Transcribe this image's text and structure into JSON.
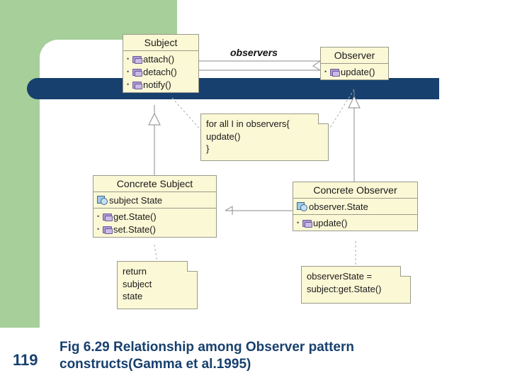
{
  "slide": {
    "number": "119",
    "caption_line1": "Fig 6.29 Relationship among Observer pattern",
    "caption_line2": "constructs(Gamma et al.1995)",
    "colors": {
      "navy": "#17406e",
      "green": "#a7cf9a",
      "box_fill": "#fbf8d6",
      "box_border": "#9a9a8a"
    }
  },
  "diagram": {
    "association_label": "observers",
    "classes": [
      {
        "id": "subject",
        "title": "Subject",
        "members": [
          {
            "label": "attach()",
            "icon": "method-lilac-icon"
          },
          {
            "label": "detach()",
            "icon": "method-lilac-icon"
          },
          {
            "label": "notify()",
            "icon": "method-lilac-icon"
          }
        ]
      },
      {
        "id": "observer",
        "title": "Observer",
        "members": [
          {
            "label": "update()",
            "icon": "method-lilac-icon"
          }
        ]
      },
      {
        "id": "concrete-subject",
        "title": "Concrete Subject",
        "attributes": [
          {
            "label": "subject State",
            "icon": "attribute-blue-icon"
          }
        ],
        "members": [
          {
            "label": "get.State()",
            "icon": "method-lilac-icon"
          },
          {
            "label": "set.State()",
            "icon": "method-lilac-icon"
          }
        ]
      },
      {
        "id": "concrete-observer",
        "title": "Concrete Observer",
        "attributes": [
          {
            "label": "observer.State",
            "icon": "attribute-blue-icon"
          }
        ],
        "members": [
          {
            "label": "update()",
            "icon": "method-lilac-icon"
          }
        ]
      }
    ],
    "notes": [
      {
        "id": "notify-note",
        "lines": [
          "for all I in observers{",
          "update()",
          "}"
        ]
      },
      {
        "id": "getstate-note",
        "lines": [
          "return",
          "subject",
          "state"
        ]
      },
      {
        "id": "update-note",
        "lines": [
          "observerState =",
          "subject:get.State()"
        ]
      }
    ]
  }
}
